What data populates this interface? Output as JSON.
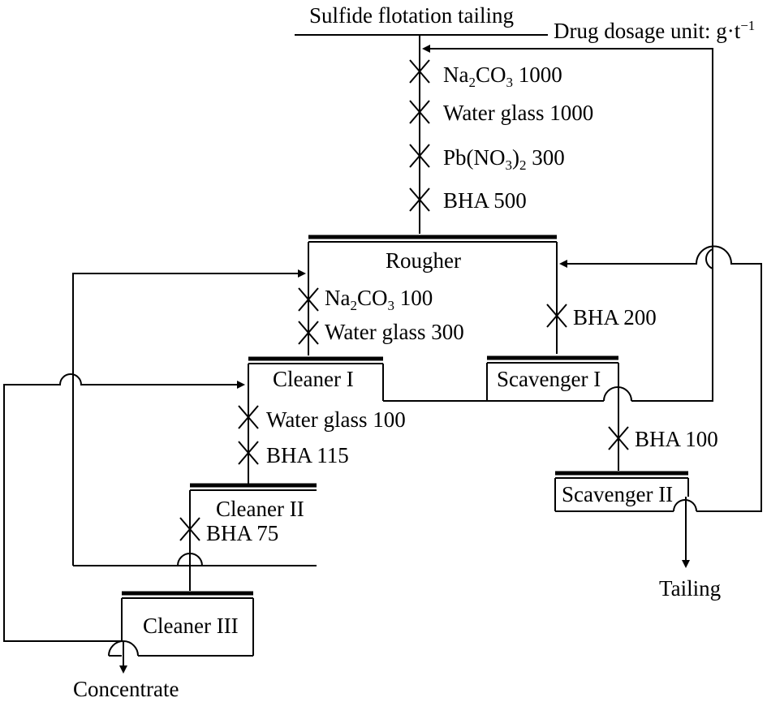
{
  "header": {
    "feed": "Sulfide flotation tailing",
    "dosage_unit_prefix": "Drug dosage unit: g·t",
    "dosage_unit_sup": "−1"
  },
  "feed_reagents": [
    {
      "pre": "Na",
      "s1": "2",
      "mid": "CO",
      "s2": "3",
      "post": " 1000"
    },
    {
      "pre": "Water glass 1000",
      "s1": "",
      "mid": "",
      "s2": "",
      "post": ""
    },
    {
      "pre": "Pb(NO",
      "s1": "3",
      "mid": ")",
      "s2": "2",
      "post": " 300"
    },
    {
      "pre": "BHA 500",
      "s1": "",
      "mid": "",
      "s2": "",
      "post": ""
    }
  ],
  "cells": {
    "rougher": "Rougher",
    "cleaner1": "Cleaner I",
    "cleaner2": "Cleaner II",
    "cleaner3": "Cleaner III",
    "scavenger1": "Scavenger I",
    "scavenger2": "Scavenger II"
  },
  "cleaner1_reagents": [
    {
      "pre": "Na",
      "s1": "2",
      "mid": "CO",
      "s2": "3",
      "post": " 100"
    },
    {
      "pre": "Water glass 300",
      "s1": "",
      "mid": "",
      "s2": "",
      "post": ""
    }
  ],
  "cleaner2_reagents": [
    {
      "pre": "Water glass 100",
      "s1": "",
      "mid": "",
      "s2": "",
      "post": ""
    },
    {
      "pre": "BHA 115",
      "s1": "",
      "mid": "",
      "s2": "",
      "post": ""
    }
  ],
  "cleaner3_reagents": [
    {
      "pre": "BHA 75",
      "s1": "",
      "mid": "",
      "s2": "",
      "post": ""
    }
  ],
  "scavenger1_reagents": [
    {
      "pre": "BHA 200",
      "s1": "",
      "mid": "",
      "s2": "",
      "post": ""
    }
  ],
  "scavenger2_reagents": [
    {
      "pre": "BHA 100",
      "s1": "",
      "mid": "",
      "s2": "",
      "post": ""
    }
  ],
  "products": {
    "concentrate": "Concentrate",
    "tailing": "Tailing"
  }
}
